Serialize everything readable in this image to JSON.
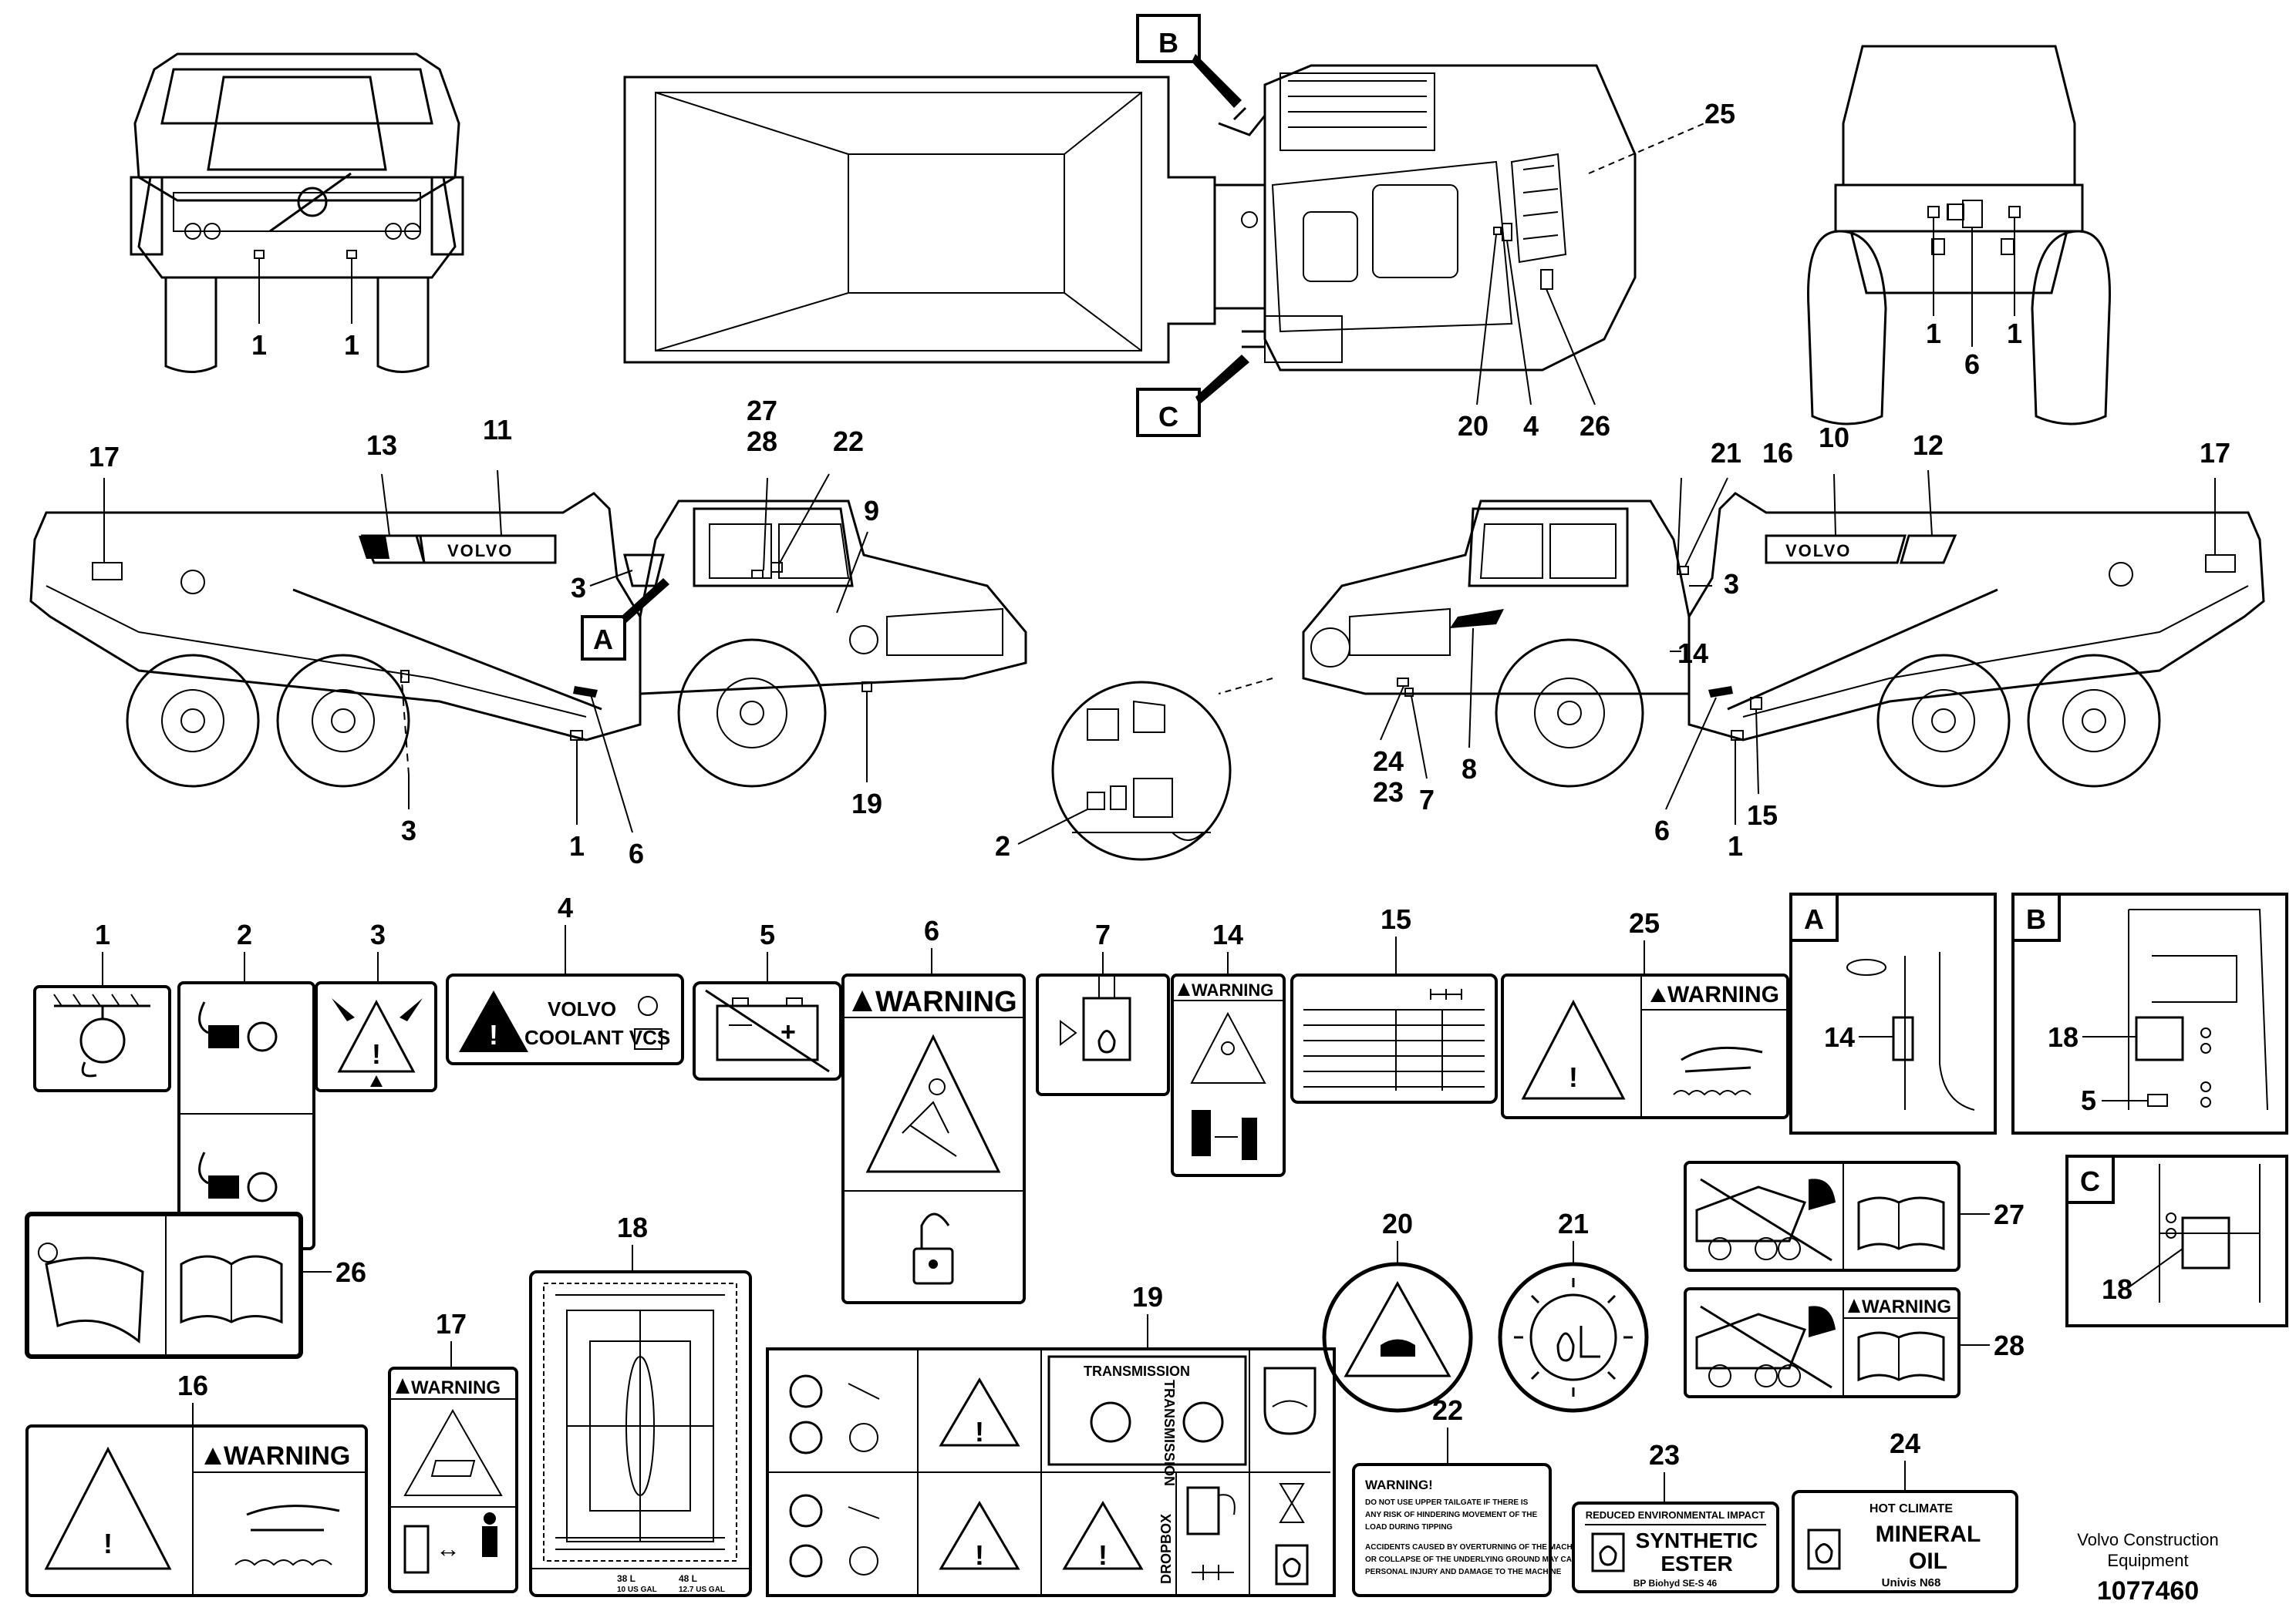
{
  "views": {
    "B": "B",
    "C": "C",
    "A": "A"
  },
  "callouts": {
    "front": [
      "1",
      "1"
    ],
    "top": [
      "25",
      "20",
      "4",
      "26"
    ],
    "rear": [
      "1",
      "6",
      "1"
    ],
    "left_side": [
      "17",
      "13",
      "11",
      "27",
      "28",
      "22",
      "9",
      "3",
      "3",
      "1",
      "6",
      "19"
    ],
    "right_side": [
      "21",
      "16",
      "10",
      "12",
      "17",
      "3",
      "14",
      "24",
      "23",
      "7",
      "8",
      "6",
      "1",
      "15",
      "2"
    ]
  },
  "brand": {
    "truck_logo": "VOLVO"
  },
  "decals": {
    "n1": "1",
    "n2": "2",
    "n3": "3",
    "n4": "4",
    "n5": "5",
    "n6": "6",
    "n7": "7",
    "n14": "14",
    "n15": "15",
    "n25": "25",
    "n26": "26",
    "n16": "16",
    "n17": "17",
    "n18": "18",
    "n19": "19",
    "n20": "20",
    "n21": "21",
    "n22": "22",
    "n23": "23",
    "n24": "24",
    "n27": "27",
    "n28": "28",
    "d4_line1": "VOLVO",
    "d4_line2": "COOLANT VCS",
    "d6_title": "WARNING",
    "d14_title": "WARNING",
    "d25_title": "WARNING",
    "d16_title": "WARNING",
    "d17_title": "WARNING",
    "d28_title": "WARNING",
    "d19_transmission_a": "TRANSMISSION",
    "d19_transmission_b": "TRANSMISSION",
    "d19_dropbox": "DROPBOX",
    "d18_cap1": "38 L",
    "d18_cap1b": "10 US GAL",
    "d18_cap2": "48 L",
    "d18_cap2b": "12.7 US GAL",
    "d22_title": "WARNING!",
    "d22_lines": [
      "DO NOT USE UPPER TAILGATE IF THERE IS",
      "ANY RISK OF HINDERING MOVEMENT OF THE",
      "LOAD DURING TIPPING",
      "ACCIDENTS CAUSED BY OVERTURNING OF THE MACHINE",
      "OR COLLAPSE OF THE UNDERLYING GROUND MAY CAUSE",
      "PERSONAL INJURY AND DAMAGE TO THE MACHINE"
    ],
    "d23_top": "REDUCED ENVIRONMENTAL IMPACT",
    "d23_main1": "SYNTHETIC",
    "d23_main2": "ESTER",
    "d23_sub": "BP Biohyd SE-S 46",
    "d24_top": "HOT CLIMATE",
    "d24_main1": "MINERAL",
    "d24_main2": "OIL",
    "d24_sub": "Univis N68"
  },
  "detail_labels": {
    "a_14": "14",
    "b_18": "18",
    "b_5": "5",
    "c_18": "18"
  },
  "footer": {
    "company_line1": "Volvo Construction",
    "company_line2": "Equipment",
    "doc_number": "1077460"
  }
}
